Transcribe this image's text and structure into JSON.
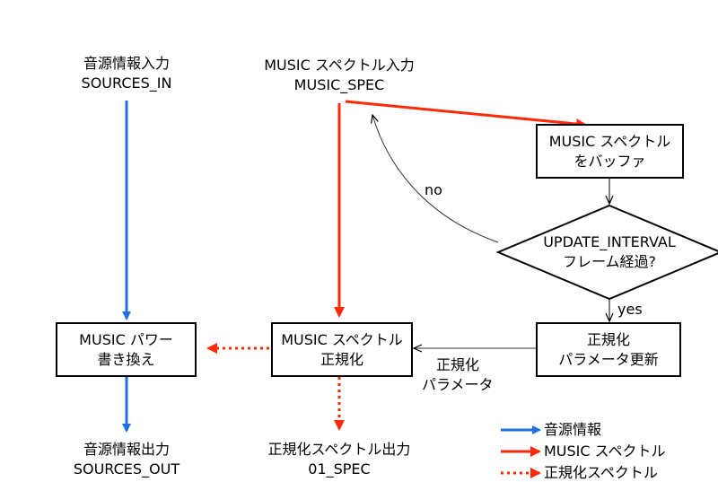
{
  "inputs": {
    "sources": {
      "line1": "音源情報入力",
      "line2": "SOURCES_IN"
    },
    "music_spec": {
      "line1": "MUSIC スペクトル入力",
      "line2": "MUSIC_SPEC"
    }
  },
  "boxes": {
    "buffer": {
      "line1": "MUSIC スペクトル",
      "line2": "をバッファ"
    },
    "decision": {
      "line1": "UPDATE_INTERVAL",
      "line2": "フレーム経過?"
    },
    "update": {
      "line1": "正規化",
      "line2": "パラメータ更新"
    },
    "normalize": {
      "line1": "MUSIC スペクトル",
      "line2": "正規化"
    },
    "rewrite": {
      "line1": "MUSIC パワー",
      "line2": "書き換え"
    }
  },
  "edge_labels": {
    "no": "no",
    "yes": "yes",
    "param_line1": "正規化",
    "param_line2": "パラメータ"
  },
  "outputs": {
    "sources": {
      "line1": "音源情報出力",
      "line2": "SOURCES_OUT"
    },
    "spec": {
      "line1": "正規化スペクトル出力",
      "line2": "01_SPEC"
    }
  },
  "legend": [
    {
      "label": "音源情報",
      "color": "#1f6fe0",
      "style": "solid"
    },
    {
      "label": "MUSIC スペクトル",
      "color": "#ff2a0a",
      "style": "solid"
    },
    {
      "label": "正規化スペクトル",
      "color": "#ff2a0a",
      "style": "dotted"
    }
  ],
  "colors": {
    "blue": "#1f6fe0",
    "red": "#ff2a0a",
    "black": "#000000",
    "gray": "#333333"
  }
}
